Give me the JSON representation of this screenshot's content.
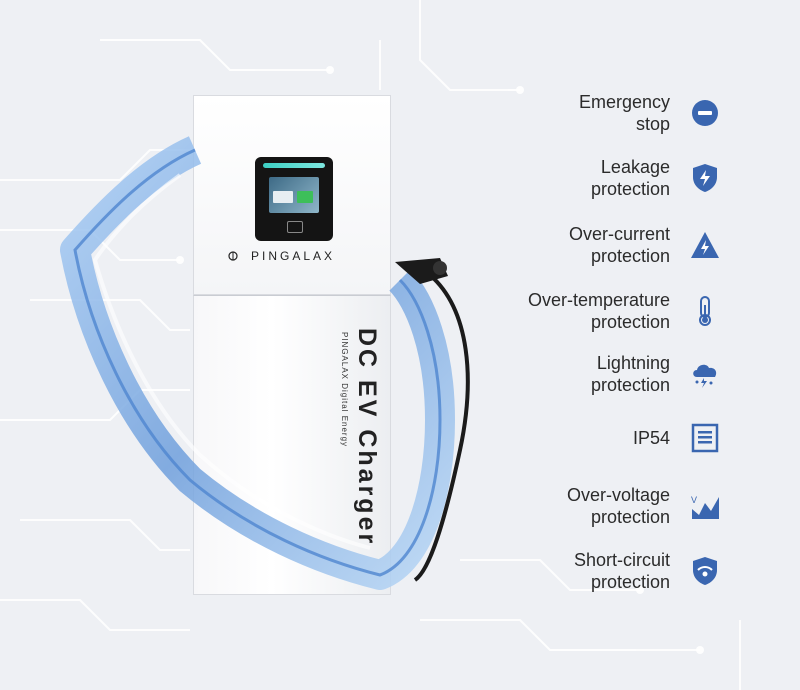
{
  "product": {
    "brand": "PINGALAX",
    "model_title": "DC EV Charger",
    "subtitle": "PINGALAX Digital Energy"
  },
  "colors": {
    "background": "#eef0f4",
    "icon_blue": "#3a66b0",
    "text": "#2b2b2b",
    "accent_teal": "#3ccfc3",
    "ribbon_blue": "#7fb0e8"
  },
  "features": [
    {
      "line1": "Emergency",
      "line2": "stop",
      "icon": "minus-circle-icon"
    },
    {
      "line1": "Leakage",
      "line2": "protection",
      "icon": "shield-bolt-icon"
    },
    {
      "line1": "Over-current",
      "line2": "protection",
      "icon": "triangle-bolt-icon"
    },
    {
      "line1": "Over-temperature",
      "line2": "protection",
      "icon": "thermometer-icon"
    },
    {
      "line1": "Lightning",
      "line2": "protection",
      "icon": "storm-cloud-icon"
    },
    {
      "line1": "IP54",
      "line2": "",
      "icon": "ip-panel-icon"
    },
    {
      "line1": "Over-voltage",
      "line2": "protection",
      "icon": "voltage-wave-icon"
    },
    {
      "line1": "Short-circuit",
      "line2": "protection",
      "icon": "shield-check-icon"
    }
  ]
}
